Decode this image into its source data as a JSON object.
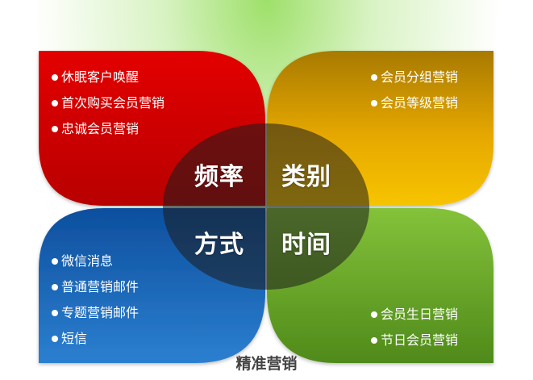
{
  "colors": {
    "red": "#d10000",
    "orange": "#f2b400",
    "blue": "#1e6fc0",
    "green": "#6fae2c",
    "center_fill": "#1c1c1c"
  },
  "quadrants": {
    "top_left": {
      "items": [
        "休眠客户唤醒",
        "首次购买会员营销",
        "忠诚会员营销"
      ]
    },
    "top_right": {
      "items": [
        "会员分组营销",
        "会员等级营销"
      ]
    },
    "bottom_left": {
      "items": [
        "微信消息",
        "普通营销邮件",
        "专题营销邮件",
        "短信"
      ]
    },
    "bottom_right": {
      "items": [
        "会员生日营销",
        "节日会员营销"
      ]
    }
  },
  "center": {
    "top_left": "频率",
    "top_right": "类别",
    "bottom_left": "方式",
    "bottom_right": "时间"
  },
  "caption": "精准营销"
}
